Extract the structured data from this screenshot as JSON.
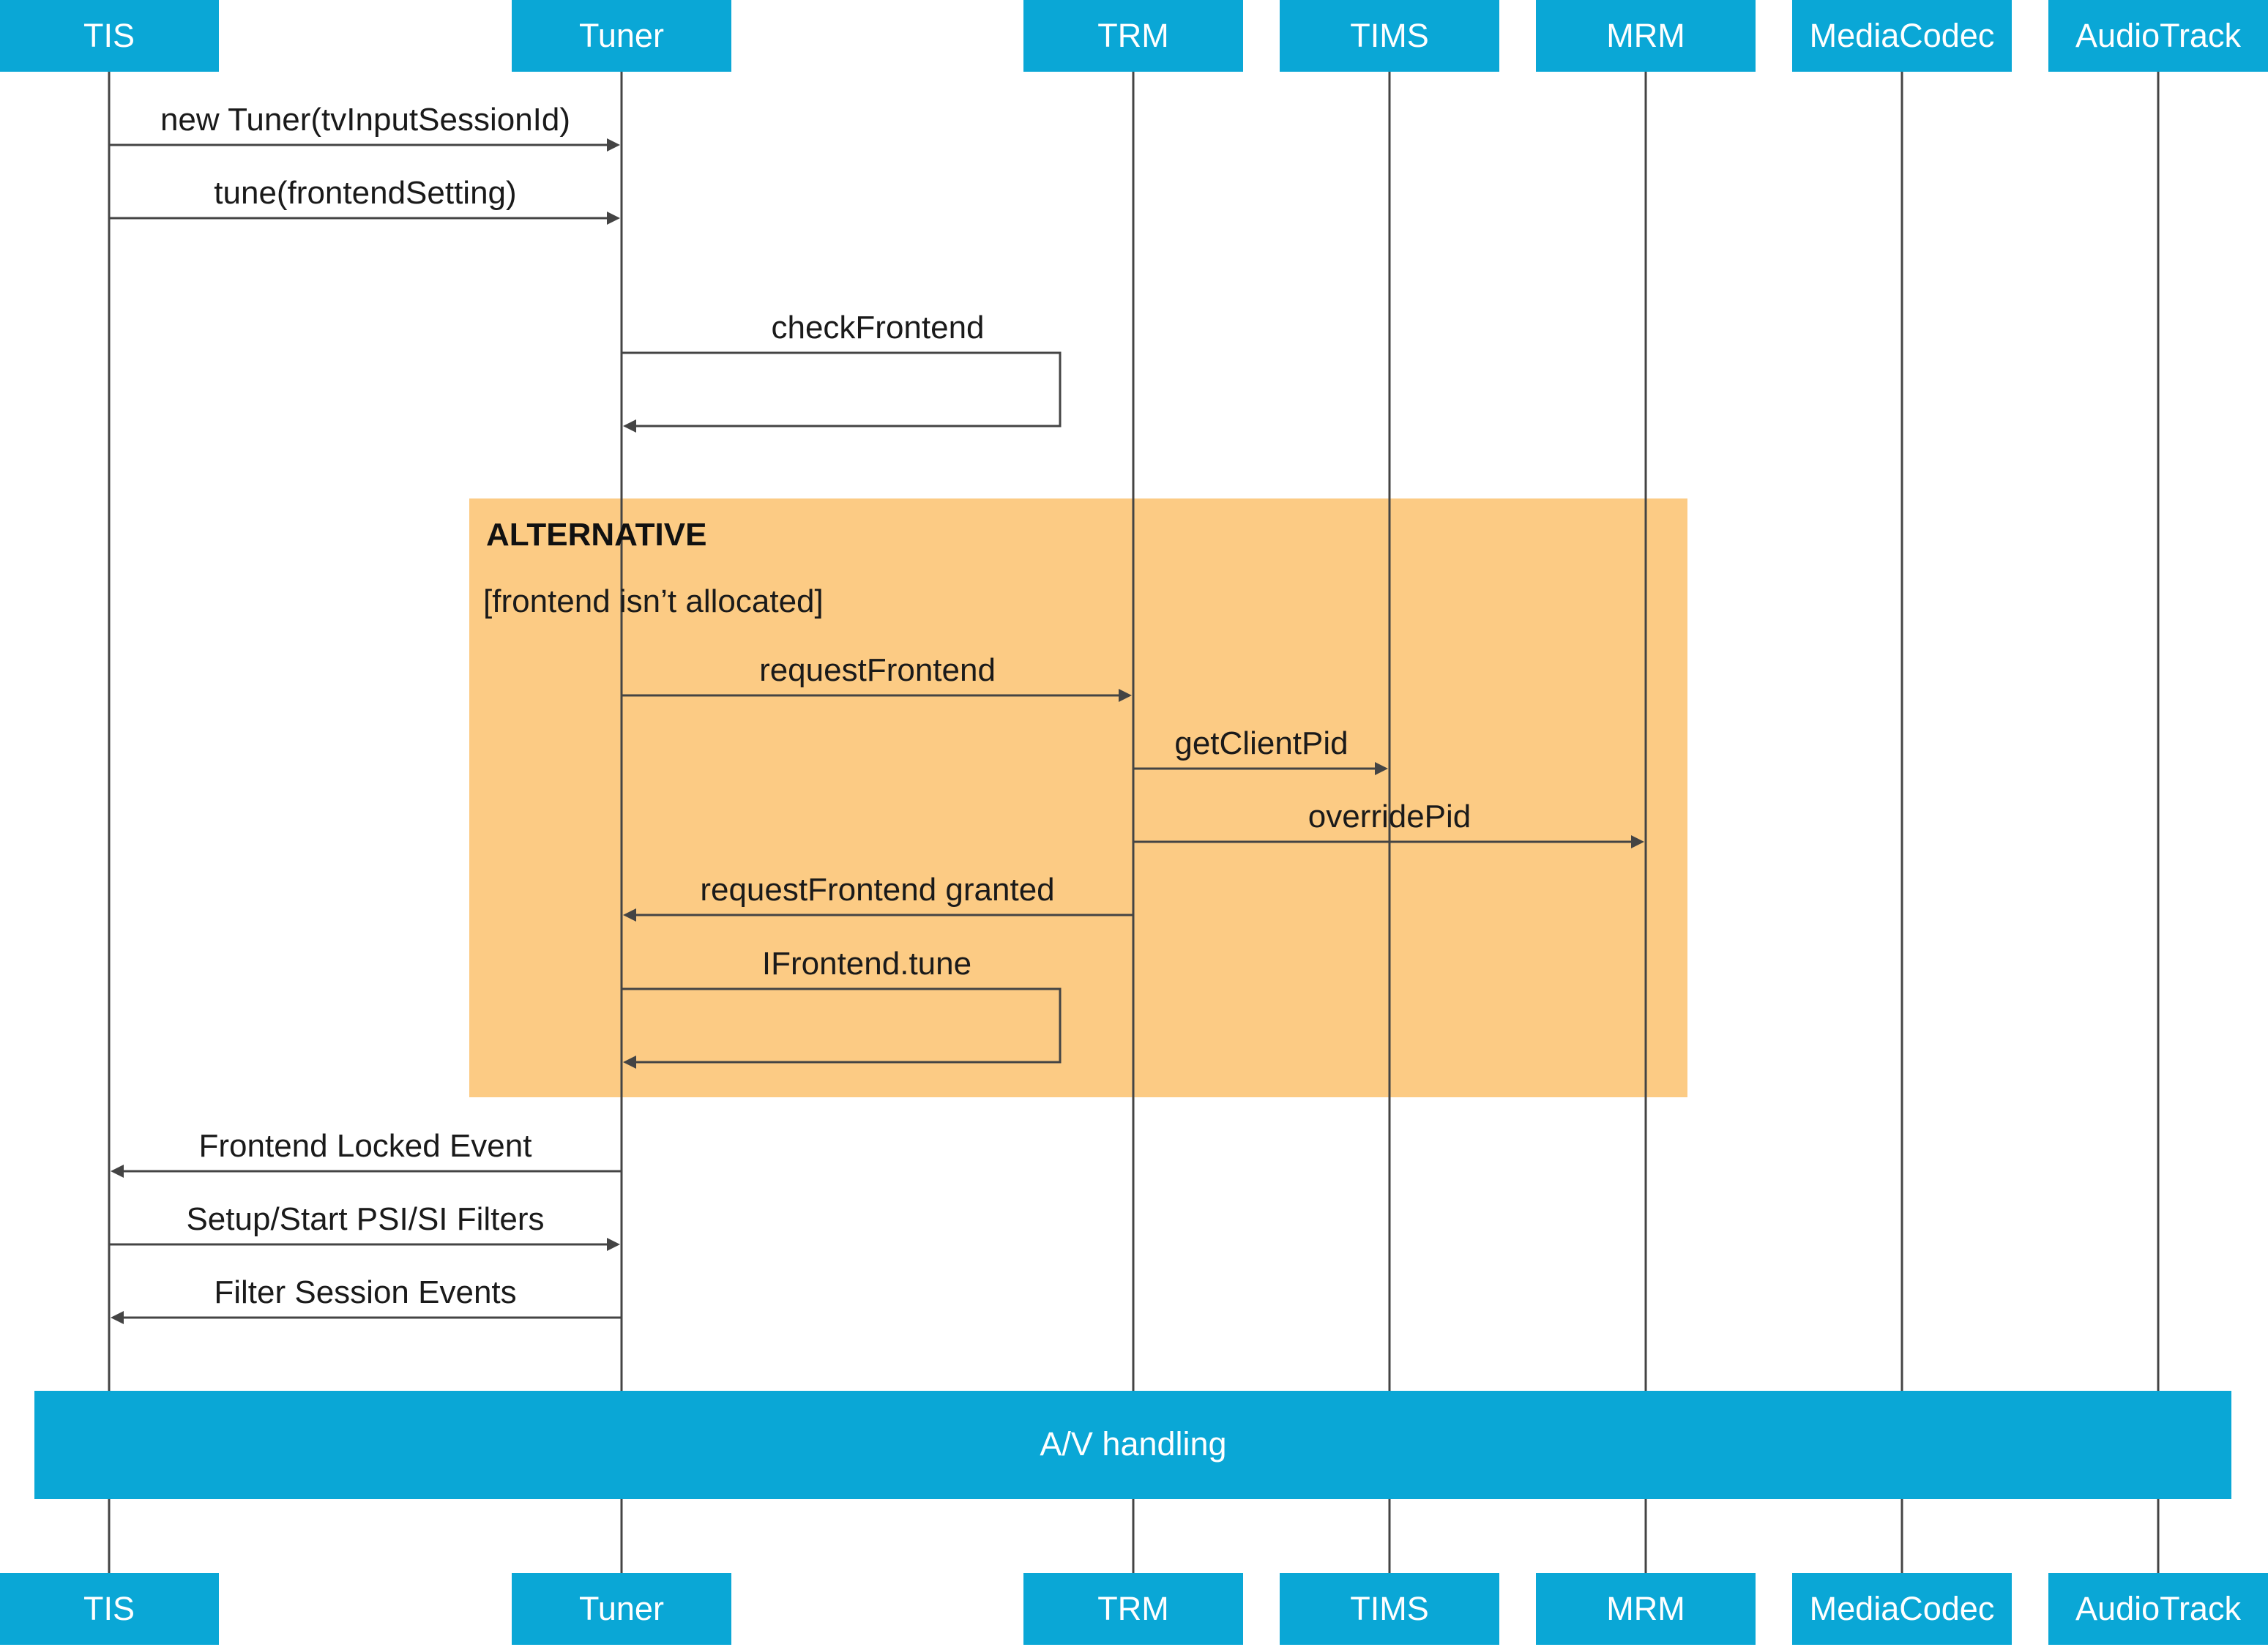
{
  "colors": {
    "participant_fill": "#0aa7d6",
    "fragment_fill": "#fccb84",
    "band_fill": "#0aa7d6",
    "line": "#444444"
  },
  "participants": [
    {
      "id": "tis",
      "label": "TIS"
    },
    {
      "id": "tuner",
      "label": "Tuner"
    },
    {
      "id": "trm",
      "label": "TRM"
    },
    {
      "id": "tims",
      "label": "TIMS"
    },
    {
      "id": "mrm",
      "label": "MRM"
    },
    {
      "id": "mediacodec",
      "label": "MediaCodec"
    },
    {
      "id": "audiotrack",
      "label": "AudioTrack"
    }
  ],
  "messages": [
    {
      "from": "tis",
      "to": "tuner",
      "label": "new Tuner(tvInputSessionId)"
    },
    {
      "from": "tis",
      "to": "tuner",
      "label": "tune(frontendSetting)"
    },
    {
      "from": "tuner",
      "to": "tuner",
      "label": "checkFrontend"
    },
    {
      "from": "tuner",
      "to": "trm",
      "label": "requestFrontend"
    },
    {
      "from": "trm",
      "to": "tims",
      "label": "getClientPid"
    },
    {
      "from": "trm",
      "to": "mrm",
      "label": "overridePid"
    },
    {
      "from": "trm",
      "to": "tuner",
      "label": "requestFrontend granted"
    },
    {
      "from": "tuner",
      "to": "tuner",
      "label": "IFrontend.tune"
    },
    {
      "from": "tuner",
      "to": "tis",
      "label": "Frontend Locked Event"
    },
    {
      "from": "tis",
      "to": "tuner",
      "label": "Setup/Start PSI/SI Filters"
    },
    {
      "from": "tuner",
      "to": "tis",
      "label": "Filter Session Events"
    }
  ],
  "fragment": {
    "title": "ALTERNATIVE",
    "guard": "[frontend isn’t allocated]"
  },
  "band": {
    "label": "A/V handling"
  }
}
